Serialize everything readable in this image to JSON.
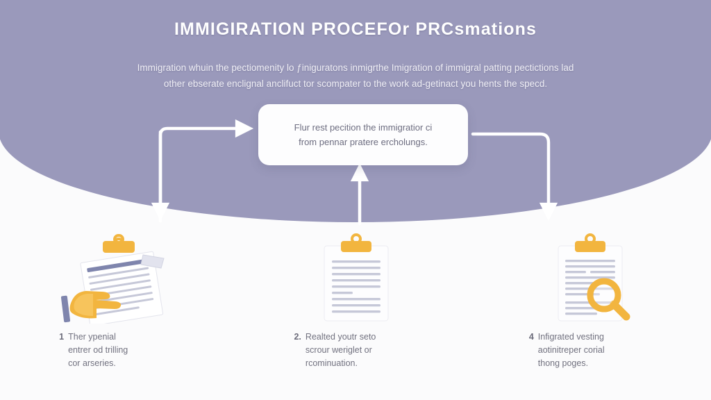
{
  "header": {
    "title": "IMMIGIRATION PROCEFOr PRCsmations",
    "subtitle_lines": [
      "Immigration whuin the pectiomenity lo ƒiniguratons inmigrthe Imigration of immigral patting pectictions lad",
      "other ebserate enclignal anclifuct tor scompater to the work ad-getinact you hents the specd."
    ]
  },
  "center_card": {
    "lines": [
      "Flur rest pecition the immigratior ci",
      "from pennar pratere ercholungs."
    ]
  },
  "steps": [
    {
      "number": "1",
      "icon": "clipboard-document-hand-icon",
      "lines": [
        "Ther ypenial",
        "entrer od trilling",
        "cor arseries."
      ]
    },
    {
      "number": "2.",
      "icon": "clipboard-document-icon",
      "lines": [
        "Realted youtr seto",
        "scrour weriglet or",
        "rcominuation."
      ]
    },
    {
      "number": "4",
      "icon": "clipboard-document-magnifier-icon",
      "lines": [
        "Infigrated vesting",
        "aotinitreper corial",
        "thong poges."
      ]
    }
  ],
  "connectors": [
    {
      "name": "arrow-card-to-step-1",
      "direction": "down-left"
    },
    {
      "name": "arrow-step-2-to-card",
      "direction": "up"
    },
    {
      "name": "arrow-card-to-step-3",
      "direction": "down-right"
    }
  ],
  "colors": {
    "hero_purple": "#9a99bb",
    "page_background": "#fbfbfc",
    "card_background": "#fdfdfe",
    "accent_gold": "#f2b53f",
    "accent_gold_light": "#f7c45c",
    "document_line": "#c6c8d8",
    "document_line_dark": "#7f85ad",
    "arrow_white": "#ffffff",
    "body_text": "#71717f"
  }
}
